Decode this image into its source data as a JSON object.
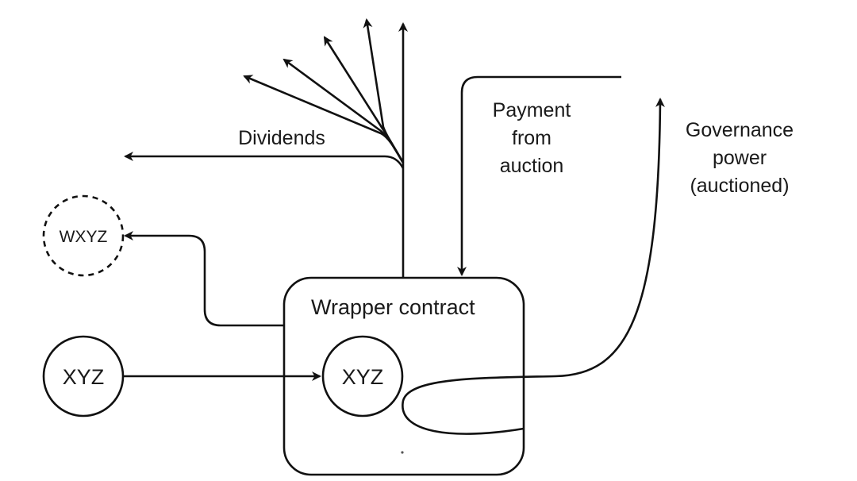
{
  "diagram": {
    "labels": {
      "dividends": "Dividends",
      "payment_line1": "Payment",
      "payment_line2": "from",
      "payment_line3": "auction",
      "governance_line1": "Governance",
      "governance_line2": "power",
      "governance_line3": "(auctioned)",
      "wrapper": "Wrapper contract"
    },
    "nodes": {
      "wxyz": "WXYZ",
      "xyz_outer": "XYZ",
      "xyz_inner": "XYZ"
    }
  }
}
